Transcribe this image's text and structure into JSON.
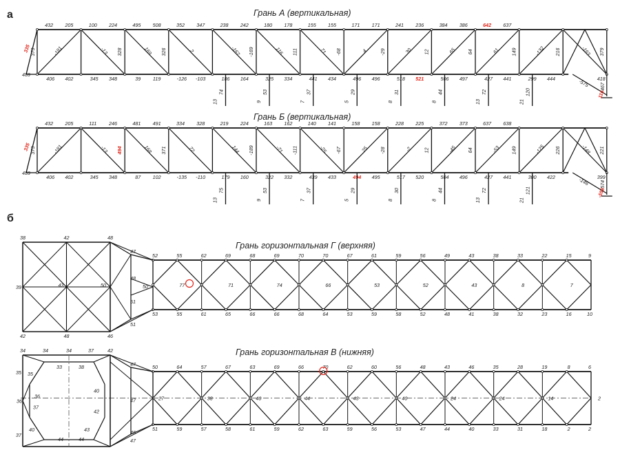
{
  "section_a_label": "а",
  "section_b_label": "б",
  "face_a": {
    "title": "Грань А (вертикальная)",
    "top": [
      "432",
      "205",
      "100",
      "224",
      "495",
      "508",
      "352",
      "347",
      "238",
      "242",
      "180",
      "178",
      "155",
      "155",
      "171",
      "171",
      "241",
      "236",
      "384",
      "386",
      "642",
      "637"
    ],
    "bottom": [
      "406",
      "402",
      "345",
      "348",
      "39",
      "119",
      "-126",
      "-103",
      "186",
      "164",
      "325",
      "334",
      "441",
      "434",
      "496",
      "496",
      "518",
      "521",
      "506",
      "497",
      "427",
      "441",
      "299",
      "444",
      "418"
    ],
    "diagonals": [
      "-181",
      "-13",
      "169",
      "2",
      "-167",
      "116",
      "71",
      "4",
      "30",
      "65",
      "61",
      "-132",
      "-163"
    ],
    "verticals": [
      "328",
      "326",
      "-169",
      "111",
      "-68",
      "-29",
      "12",
      "64",
      "149",
      "216",
      "379"
    ],
    "left_vertical": "373",
    "left_red": "335",
    "left_bottom": "489",
    "support_diag": "-575",
    "support_vert": "467",
    "support_red": "116",
    "posts": [
      [
        "13",
        "74"
      ],
      [
        "9",
        "53"
      ],
      [
        "7",
        "37"
      ],
      [
        "5",
        "29"
      ],
      [
        "8",
        "31"
      ],
      [
        "8",
        "44"
      ],
      [
        "13",
        "72"
      ],
      [
        "21",
        "120"
      ]
    ],
    "red_values": [
      "642",
      "521"
    ]
  },
  "face_b": {
    "title": "Грань Б (вертикальная)",
    "top": [
      "432",
      "205",
      "111",
      "246",
      "481",
      "491",
      "334",
      "328",
      "219",
      "224",
      "163",
      "162",
      "140",
      "141",
      "158",
      "158",
      "228",
      "225",
      "372",
      "373",
      "637",
      "638"
    ],
    "bottom": [
      "406",
      "402",
      "345",
      "348",
      "87",
      "102",
      "-135",
      "-110",
      "179",
      "160",
      "322",
      "332",
      "439",
      "433",
      "494",
      "495",
      "517",
      "520",
      "504",
      "496",
      "427",
      "441",
      "300",
      "422",
      "399"
    ],
    "diagonals": [
      "-181",
      "-13",
      "168",
      "72",
      "144",
      "-71",
      "-25",
      "25",
      "-2",
      "-45",
      "-53",
      "-125",
      "-148"
    ],
    "verticals": [
      "494",
      "371",
      "-189",
      "-111",
      "-67",
      "-28",
      "12",
      "64",
      "149",
      "226",
      "221"
    ],
    "left_vertical": "373",
    "left_red": "335",
    "left_bottom": "489",
    "support_diag": "-146",
    "support_vert": "-574",
    "support_red": "-556",
    "posts": [
      [
        "13",
        "75"
      ],
      [
        "9",
        "53"
      ],
      [
        "7",
        "37"
      ],
      [
        "5",
        "29"
      ],
      [
        "8",
        "30"
      ],
      [
        "8",
        "44"
      ],
      [
        "13",
        "72"
      ],
      [
        "21",
        "121"
      ]
    ],
    "red_values": [
      "494"
    ]
  },
  "face_g": {
    "title": "Грань горизонтальная Г (верхняя)",
    "square_top": [
      "38",
      "42",
      "48"
    ],
    "square_mid": [
      "39",
      "43",
      "50"
    ],
    "square_bot": [
      "42",
      "48",
      "46"
    ],
    "side": [
      "47",
      "48",
      "51",
      "51"
    ],
    "first_mid": "50",
    "top": [
      "52",
      "55",
      "62",
      "69",
      "68",
      "69",
      "70",
      "70",
      "67",
      "61",
      "59",
      "56",
      "49",
      "43",
      "38",
      "33",
      "22",
      "15",
      "9"
    ],
    "mid": [
      "77",
      "71",
      "74",
      "66",
      "53",
      "52",
      "43",
      "8",
      "7"
    ],
    "bottom": [
      "53",
      "55",
      "61",
      "65",
      "66",
      "66",
      "68",
      "64",
      "53",
      "59",
      "58",
      "52",
      "48",
      "41",
      "38",
      "32",
      "23",
      "16",
      "10"
    ]
  },
  "face_v": {
    "title": "Грань горизонтальная В (нижняя)",
    "oct_top": [
      "34",
      "34",
      "34",
      "37",
      "42"
    ],
    "oct_left": [
      "35",
      "36",
      "37"
    ],
    "oct_inner": [
      "35",
      "33",
      "38",
      "40",
      "36",
      "37",
      "42",
      "40",
      "43",
      "44",
      "44"
    ],
    "side": [
      "47",
      "47",
      "46",
      "47"
    ],
    "top": [
      "50",
      "64",
      "57",
      "67",
      "63",
      "69",
      "66",
      "70",
      "62",
      "60",
      "56",
      "48",
      "43",
      "46",
      "35",
      "28",
      "19",
      "8",
      "6"
    ],
    "mid": [
      "27",
      "38",
      "40",
      "44",
      "43",
      "40",
      "24",
      "24",
      "14",
      "2"
    ],
    "bottom": [
      "51",
      "59",
      "57",
      "58",
      "61",
      "59",
      "62",
      "63",
      "59",
      "56",
      "53",
      "47",
      "44",
      "40",
      "33",
      "31",
      "18",
      "2",
      "2"
    ]
  }
}
